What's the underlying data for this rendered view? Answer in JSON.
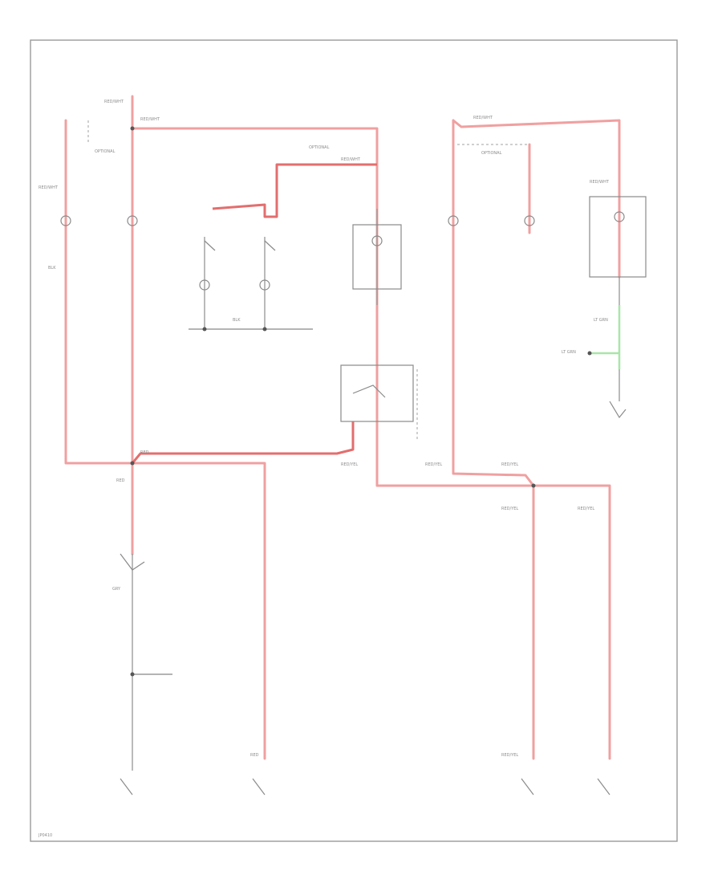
{
  "diagram": {
    "page_tag": "JP0410",
    "tiny_labels": [
      "RED/WHT",
      "RED/WHT",
      "RED/WHT",
      "RED/WHT",
      "RED/WHT",
      "RED/WHT",
      "RED/YEL",
      "RED/YEL",
      "RED/YEL",
      "RED/YEL",
      "RED/YEL",
      "RED/YEL",
      "RED",
      "RED",
      "RED",
      "GRY",
      "BLK",
      "BLK",
      "LT GRN",
      "LT GRN",
      "OPTIONAL",
      "OPTIONAL",
      "OPTIONAL"
    ]
  }
}
